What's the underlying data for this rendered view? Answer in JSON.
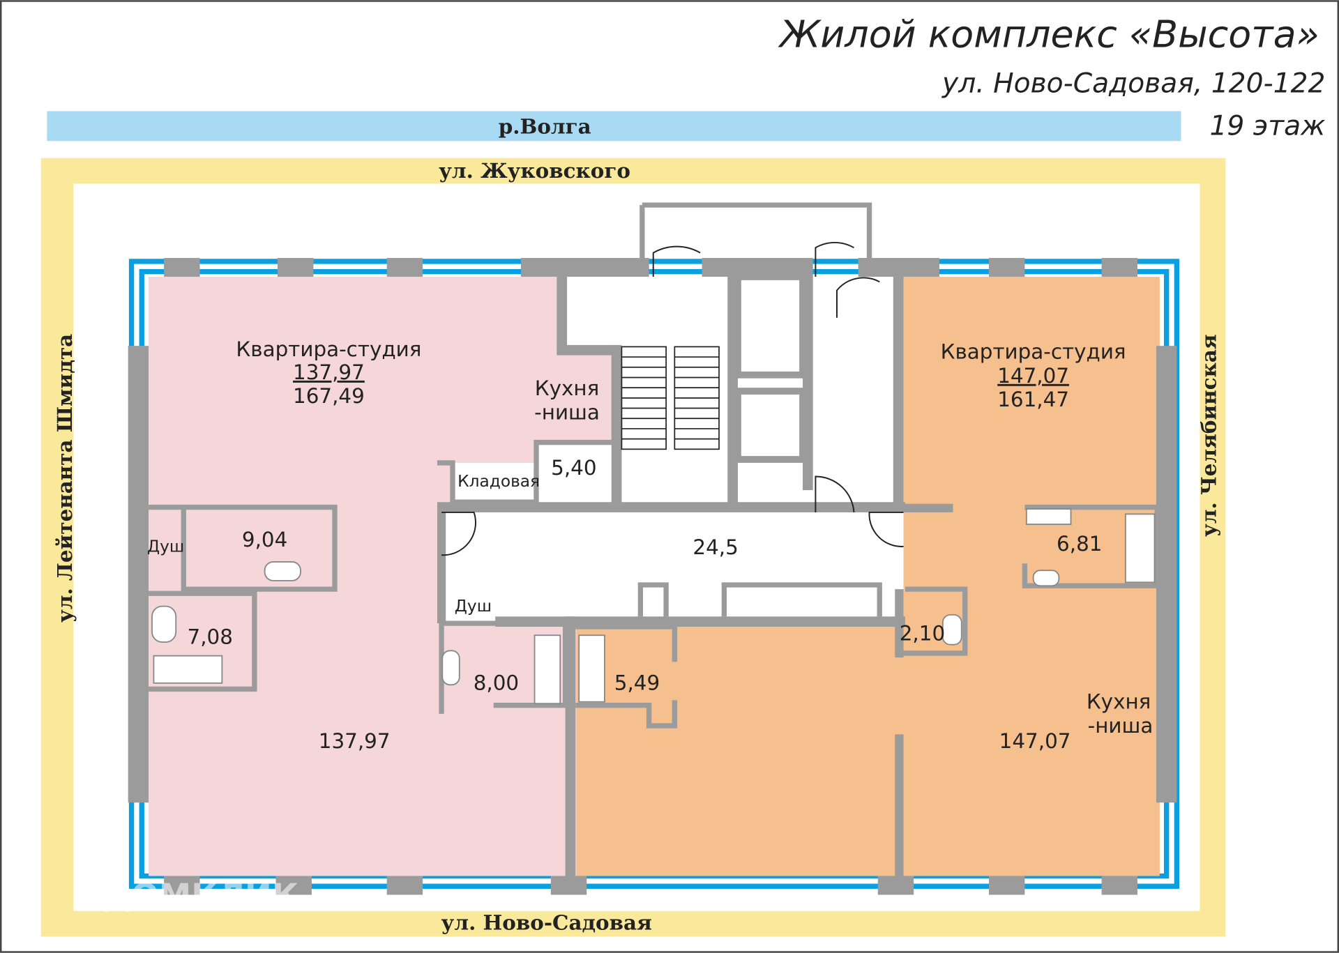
{
  "header": {
    "complex_title": "Жилой комплекс «Высота»",
    "address": "ул. Ново-Садовая, 120-122",
    "floor": "19 этаж"
  },
  "streets": {
    "river": "р.Волга",
    "top": "ул. Жуковского",
    "bottom": "ул. Ново-Садовая",
    "left": "ул. Лейтенанта Шмидта",
    "right": "ул. Челябинская"
  },
  "apartments": [
    {
      "type": "Квартира-студия",
      "living_area": "137,97",
      "total_area": "167,49",
      "color": "#f6d7d9"
    },
    {
      "type": "Квартира-студия",
      "living_area": "147,07",
      "total_area": "161,47",
      "color": "#f5bf8e"
    }
  ],
  "rooms": {
    "left_kitchen": "Кухня\n-ниша",
    "left_kitchen_line1": "Кухня",
    "left_kitchen_line2": "-ниша",
    "left_kitchen_area": "5,40",
    "storage": "Кладовая",
    "left_shower": "Душ",
    "left_bath1": "9,04",
    "left_bath2": "7,08",
    "center_shower": "Душ",
    "center_bath": "8,00",
    "left_main": "137,97",
    "hall": "24,5",
    "right_bath_small": "5,49",
    "right_wc": "2,10",
    "right_bath": "6,81",
    "right_kitchen_line1": "Кухня",
    "right_kitchen_line2": "-ниша",
    "right_main": "147,07"
  },
  "watermark": "ДОМКЛИК",
  "colors": {
    "window": "#0a9fe0",
    "wall": "#9b9b9b",
    "street": "#fae99a",
    "river": "#a8dbf3"
  }
}
